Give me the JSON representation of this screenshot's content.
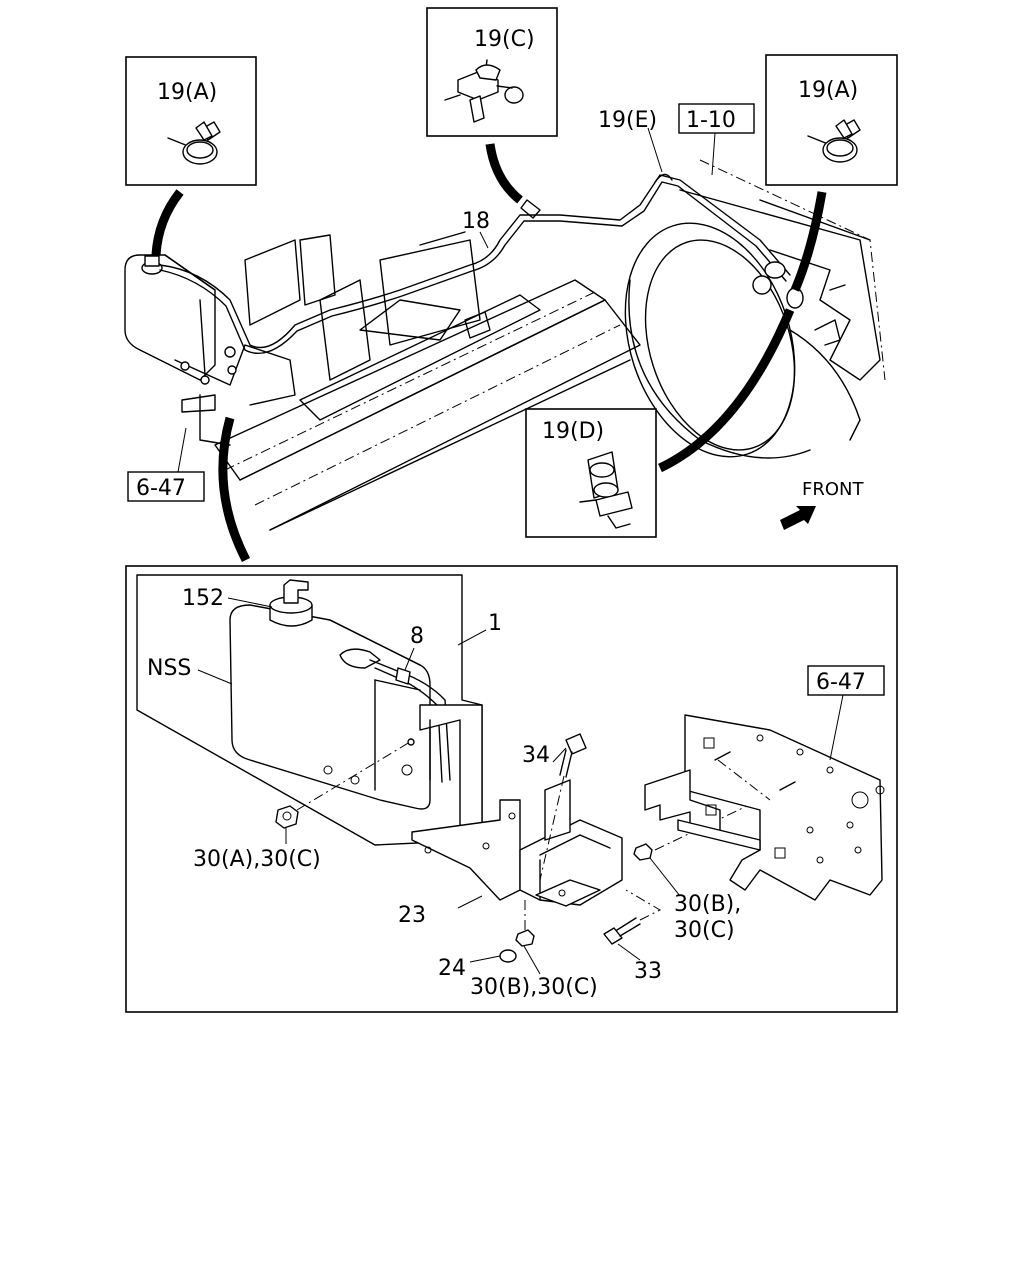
{
  "callouts": {
    "clip_a_left": "19(A)",
    "clip_c": "19(C)",
    "clip_a_right": "19(A)",
    "clip_e": "19(E)",
    "clip_d": "19(D)",
    "pipe_18": "18",
    "ref_1_10": "1-10",
    "ref_6_47_top": "6-47",
    "front": "FRONT"
  },
  "detail": {
    "part_152": "152",
    "part_8": "8",
    "part_1": "1",
    "nss": "NSS",
    "ref_6_47": "6-47",
    "part_34": "34",
    "nut_30ac": "30(A),30(C)",
    "nut_30bc_right_1": "30(B),",
    "nut_30bc_right_2": "30(C)",
    "part_23": "23",
    "part_24": "24",
    "nut_30bc_bottom": "30(B),30(C)",
    "part_33": "33"
  }
}
